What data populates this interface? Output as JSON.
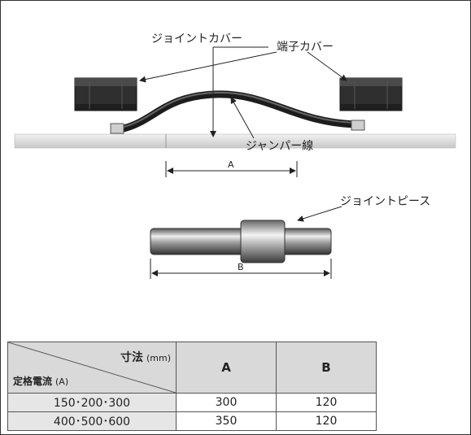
{
  "diagram": {
    "label_joint_cover": "ジョイントカバー",
    "label_terminal_cover": "端子カバー",
    "label_jumper": "ジャンパー線",
    "label_joint_piece": "ジョイントピース",
    "dim_a": "A",
    "dim_b": "B"
  },
  "table": {
    "corner_top": "寸法",
    "corner_top_unit": "(mm)",
    "corner_bottom": "定格電流",
    "corner_bottom_unit": "(A)",
    "columns": [
      "A",
      "B"
    ],
    "rows": [
      {
        "label": "150･200･300",
        "a": "300",
        "b": "120"
      },
      {
        "label": "400･500･600",
        "a": "350",
        "b": "120"
      }
    ]
  }
}
